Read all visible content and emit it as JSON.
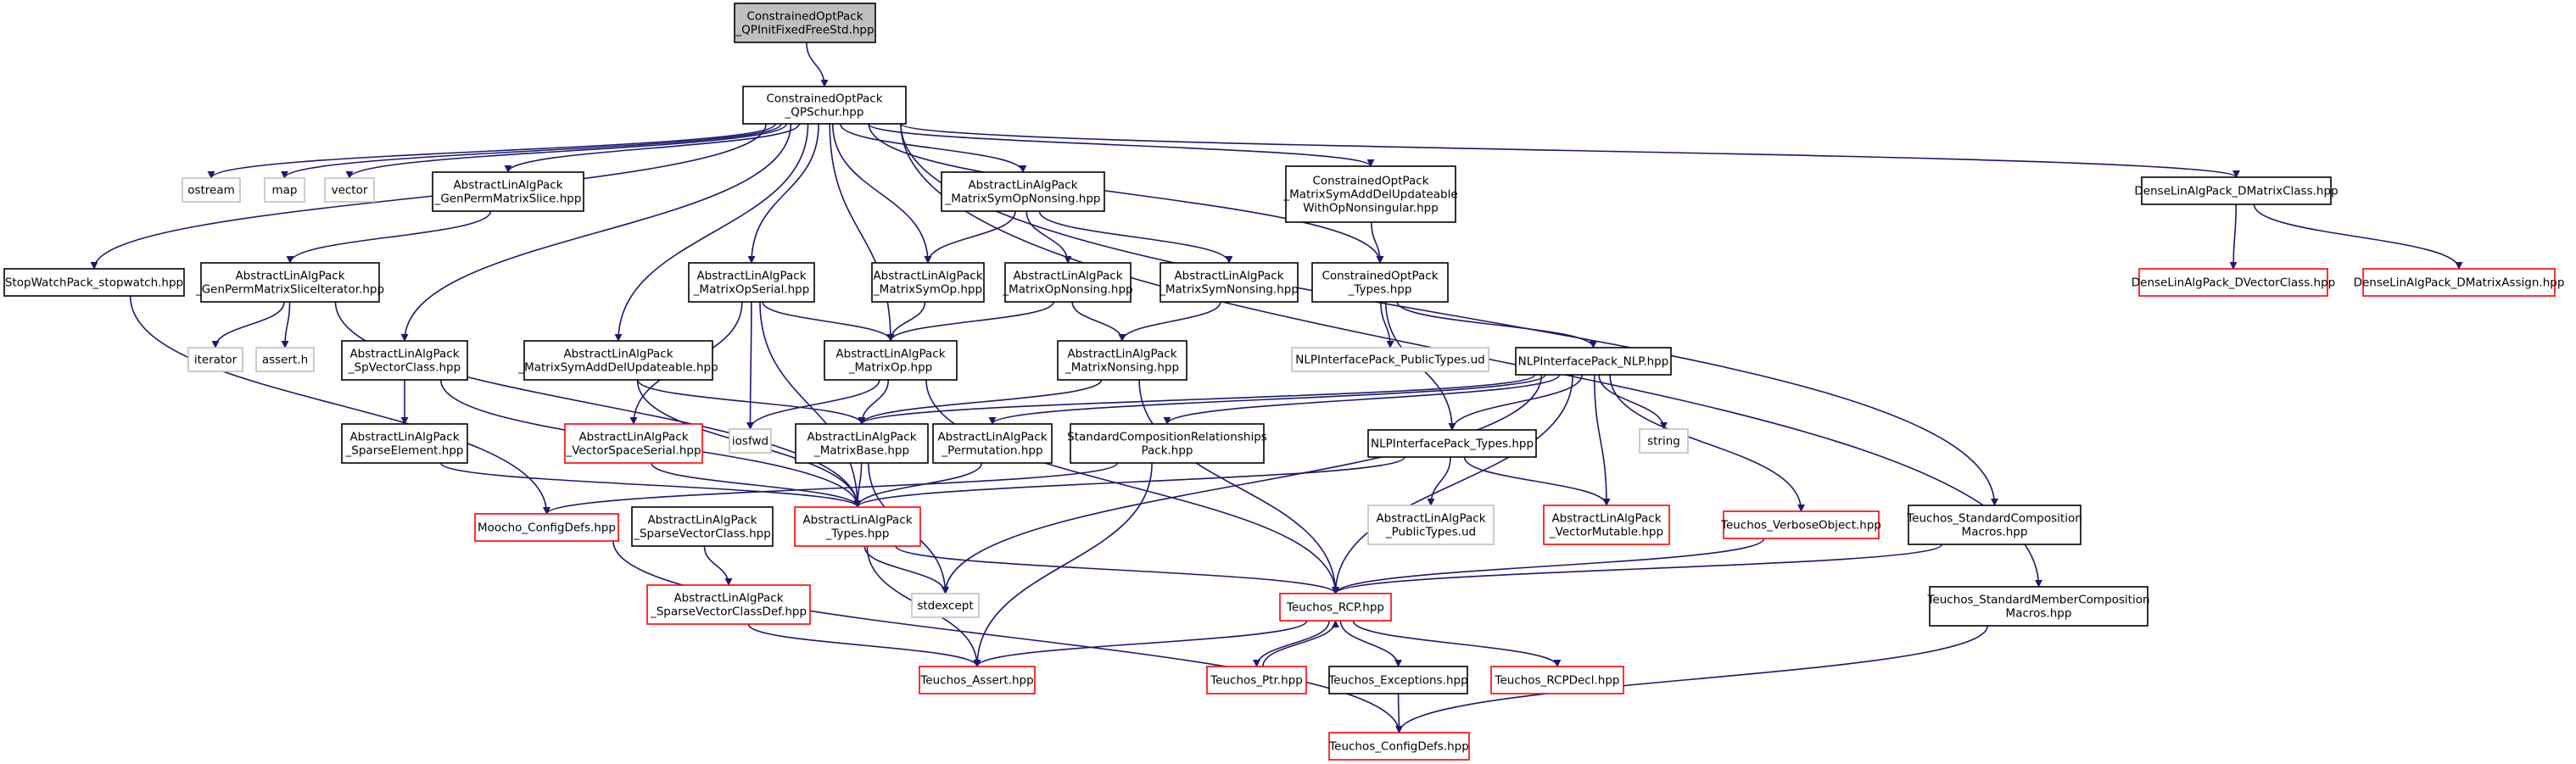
{
  "colors": {
    "background": "#ffffff",
    "edge": "#191970",
    "root_fill": "#bfbfbf",
    "border_normal": "#000000",
    "border_undocumented": "#ff0000",
    "border_external": "#bfbfbf",
    "text": "#000000"
  },
  "nodes": [
    {
      "id": "root",
      "lines": [
        "ConstrainedOptPack",
        "_QPInitFixedFreeStd.hpp"
      ],
      "kind": "root"
    },
    {
      "id": "qpschur",
      "lines": [
        "ConstrainedOptPack",
        "_QPSchur.hpp"
      ],
      "kind": "normal"
    },
    {
      "id": "ostream",
      "lines": [
        "ostream"
      ],
      "kind": "external"
    },
    {
      "id": "map",
      "lines": [
        "map"
      ],
      "kind": "external"
    },
    {
      "id": "vector",
      "lines": [
        "vector"
      ],
      "kind": "external"
    },
    {
      "id": "genperm",
      "lines": [
        "AbstractLinAlgPack",
        "_GenPermMatrixSlice.hpp"
      ],
      "kind": "normal"
    },
    {
      "id": "msymopnons",
      "lines": [
        "AbstractLinAlgPack",
        "_MatrixSymOpNonsing.hpp"
      ],
      "kind": "normal"
    },
    {
      "id": "msymadddelwith",
      "lines": [
        "ConstrainedOptPack",
        "_MatrixSymAddDelUpdateable",
        "WithOpNonsingular.hpp"
      ],
      "kind": "normal"
    },
    {
      "id": "dmatrixclass",
      "lines": [
        "DenseLinAlgPack_DMatrixClass.hpp"
      ],
      "kind": "normal"
    },
    {
      "id": "stopwatch",
      "lines": [
        "StopWatchPack_stopwatch.hpp"
      ],
      "kind": "normal"
    },
    {
      "id": "genpermiter",
      "lines": [
        "AbstractLinAlgPack",
        "_GenPermMatrixSliceIterator.hpp"
      ],
      "kind": "normal"
    },
    {
      "id": "mopserial",
      "lines": [
        "AbstractLinAlgPack",
        "_MatrixOpSerial.hpp"
      ],
      "kind": "normal"
    },
    {
      "id": "msymop",
      "lines": [
        "AbstractLinAlgPack",
        "_MatrixSymOp.hpp"
      ],
      "kind": "normal"
    },
    {
      "id": "mopnons",
      "lines": [
        "AbstractLinAlgPack",
        "_MatrixOpNonsing.hpp"
      ],
      "kind": "normal"
    },
    {
      "id": "msymnons",
      "lines": [
        "AbstractLinAlgPack",
        "_MatrixSymNonsing.hpp"
      ],
      "kind": "normal"
    },
    {
      "id": "cop_types",
      "lines": [
        "ConstrainedOptPack",
        "_Types.hpp"
      ],
      "kind": "normal"
    },
    {
      "id": "dvectorclass",
      "lines": [
        "DenseLinAlgPack_DVectorClass.hpp"
      ],
      "kind": "undocumented"
    },
    {
      "id": "dmatrixassign",
      "lines": [
        "DenseLinAlgPack_DMatrixAssign.hpp"
      ],
      "kind": "undocumented"
    },
    {
      "id": "iterator",
      "lines": [
        "iterator"
      ],
      "kind": "external"
    },
    {
      "id": "asserth",
      "lines": [
        "assert.h"
      ],
      "kind": "external"
    },
    {
      "id": "spvectorclass",
      "lines": [
        "AbstractLinAlgPack",
        "_SpVectorClass.hpp"
      ],
      "kind": "normal"
    },
    {
      "id": "msymadddel",
      "lines": [
        "AbstractLinAlgPack",
        "_MatrixSymAddDelUpdateable.hpp"
      ],
      "kind": "normal"
    },
    {
      "id": "mop",
      "lines": [
        "AbstractLinAlgPack",
        "_MatrixOp.hpp"
      ],
      "kind": "normal"
    },
    {
      "id": "mnons",
      "lines": [
        "AbstractLinAlgPack",
        "_MatrixNonsing.hpp"
      ],
      "kind": "normal"
    },
    {
      "id": "nlp_publictypes",
      "lines": [
        "NLPInterfacePack_PublicTypes.ud"
      ],
      "kind": "external"
    },
    {
      "id": "nlp_nlp",
      "lines": [
        "NLPInterfacePack_NLP.hpp"
      ],
      "kind": "normal"
    },
    {
      "id": "sparseelement",
      "lines": [
        "AbstractLinAlgPack",
        "_SparseElement.hpp"
      ],
      "kind": "normal"
    },
    {
      "id": "vsserial",
      "lines": [
        "AbstractLinAlgPack",
        "_VectorSpaceSerial.hpp"
      ],
      "kind": "undocumented"
    },
    {
      "id": "iosfwd",
      "lines": [
        "iosfwd"
      ],
      "kind": "external"
    },
    {
      "id": "mbase",
      "lines": [
        "AbstractLinAlgPack",
        "_MatrixBase.hpp"
      ],
      "kind": "normal"
    },
    {
      "id": "permutation",
      "lines": [
        "AbstractLinAlgPack",
        "_Permutation.hpp"
      ],
      "kind": "normal"
    },
    {
      "id": "stdcomprel",
      "lines": [
        "StandardCompositionRelationships",
        "Pack.hpp"
      ],
      "kind": "normal"
    },
    {
      "id": "nlp_types",
      "lines": [
        "NLPInterfacePack_Types.hpp"
      ],
      "kind": "normal"
    },
    {
      "id": "string",
      "lines": [
        "string"
      ],
      "kind": "external"
    },
    {
      "id": "moocho_config",
      "lines": [
        "Moocho_ConfigDefs.hpp"
      ],
      "kind": "undocumented"
    },
    {
      "id": "spvectorclass2",
      "lines": [
        "AbstractLinAlgPack",
        "_SparseVectorClass.hpp"
      ],
      "kind": "normal"
    },
    {
      "id": "ala_types",
      "lines": [
        "AbstractLinAlgPack",
        "_Types.hpp"
      ],
      "kind": "undocumented"
    },
    {
      "id": "ala_publictypes",
      "lines": [
        "AbstractLinAlgPack",
        "_PublicTypes.ud"
      ],
      "kind": "external"
    },
    {
      "id": "vmutable",
      "lines": [
        "AbstractLinAlgPack",
        "_VectorMutable.hpp"
      ],
      "kind": "undocumented"
    },
    {
      "id": "verbose",
      "lines": [
        "Teuchos_VerboseObject.hpp"
      ],
      "kind": "undocumented"
    },
    {
      "id": "stdcompmacros",
      "lines": [
        "Teuchos_StandardComposition",
        "Macros.hpp"
      ],
      "kind": "normal"
    },
    {
      "id": "spvectorclassdef",
      "lines": [
        "AbstractLinAlgPack",
        "_SparseVectorClassDef.hpp"
      ],
      "kind": "undocumented"
    },
    {
      "id": "stdexcept",
      "lines": [
        "stdexcept"
      ],
      "kind": "external"
    },
    {
      "id": "rcp",
      "lines": [
        "Teuchos_RCP.hpp"
      ],
      "kind": "undocumented"
    },
    {
      "id": "stdmembermacros",
      "lines": [
        "Teuchos_StandardMemberComposition",
        "Macros.hpp"
      ],
      "kind": "normal"
    },
    {
      "id": "tassert",
      "lines": [
        "Teuchos_Assert.hpp"
      ],
      "kind": "undocumented"
    },
    {
      "id": "ptr",
      "lines": [
        "Teuchos_Ptr.hpp"
      ],
      "kind": "undocumented"
    },
    {
      "id": "texceptions",
      "lines": [
        "Teuchos_Exceptions.hpp"
      ],
      "kind": "normal"
    },
    {
      "id": "rcpdecl",
      "lines": [
        "Teuchos_RCPDecl.hpp"
      ],
      "kind": "undocumented"
    },
    {
      "id": "tconfig",
      "lines": [
        "Teuchos_ConfigDefs.hpp"
      ],
      "kind": "undocumented"
    }
  ],
  "edges": [
    [
      "root",
      "qpschur"
    ],
    [
      "qpschur",
      "ostream"
    ],
    [
      "qpschur",
      "map"
    ],
    [
      "qpschur",
      "vector"
    ],
    [
      "qpschur",
      "genperm"
    ],
    [
      "qpschur",
      "msymopnons"
    ],
    [
      "qpschur",
      "msymadddelwith"
    ],
    [
      "qpschur",
      "dmatrixclass"
    ],
    [
      "qpschur",
      "stopwatch"
    ],
    [
      "qpschur",
      "mopserial"
    ],
    [
      "qpschur",
      "msymop"
    ],
    [
      "qpschur",
      "cop_types"
    ],
    [
      "qpschur",
      "spvectorclass"
    ],
    [
      "qpschur",
      "msymadddel"
    ],
    [
      "qpschur",
      "mop"
    ],
    [
      "qpschur",
      "stdcompmacros"
    ],
    [
      "qpschur",
      "stdmembermacros"
    ],
    [
      "genperm",
      "genpermiter"
    ],
    [
      "genpermiter",
      "iterator"
    ],
    [
      "genpermiter",
      "asserth"
    ],
    [
      "genpermiter",
      "ala_types"
    ],
    [
      "msymopnons",
      "msymop"
    ],
    [
      "msymopnons",
      "mopnons"
    ],
    [
      "msymopnons",
      "msymnons"
    ],
    [
      "msymadddelwith",
      "cop_types"
    ],
    [
      "dmatrixclass",
      "dvectorclass"
    ],
    [
      "dmatrixclass",
      "dmatrixassign"
    ],
    [
      "stopwatch",
      "moocho_config"
    ],
    [
      "mopserial",
      "mop"
    ],
    [
      "mopserial",
      "vsserial"
    ],
    [
      "mopserial",
      "iosfwd"
    ],
    [
      "mopserial",
      "ala_types"
    ],
    [
      "msymop",
      "mop"
    ],
    [
      "mopnons",
      "mop"
    ],
    [
      "mopnons",
      "mnons"
    ],
    [
      "msymnons",
      "mnons"
    ],
    [
      "cop_types",
      "nlp_publictypes"
    ],
    [
      "cop_types",
      "nlp_nlp"
    ],
    [
      "cop_types",
      "nlp_types"
    ],
    [
      "spvectorclass",
      "sparseelement"
    ],
    [
      "spvectorclass",
      "ala_types"
    ],
    [
      "msymadddel",
      "mbase"
    ],
    [
      "msymadddel",
      "ala_types"
    ],
    [
      "mop",
      "iosfwd"
    ],
    [
      "mop",
      "mbase"
    ],
    [
      "mop",
      "rcp"
    ],
    [
      "mnons",
      "mbase"
    ],
    [
      "mnons",
      "rcp"
    ],
    [
      "nlp_nlp",
      "string"
    ],
    [
      "nlp_nlp",
      "permutation"
    ],
    [
      "nlp_nlp",
      "stdcomprel"
    ],
    [
      "nlp_nlp",
      "nlp_types"
    ],
    [
      "nlp_nlp",
      "vmutable"
    ],
    [
      "nlp_nlp",
      "verbose"
    ],
    [
      "nlp_nlp",
      "rcp"
    ],
    [
      "nlp_nlp",
      "stdexcept"
    ],
    [
      "nlp_nlp",
      "mbase"
    ],
    [
      "sparseelement",
      "ala_types"
    ],
    [
      "vsserial",
      "ala_types"
    ],
    [
      "mbase",
      "ala_types"
    ],
    [
      "mbase",
      "stdexcept"
    ],
    [
      "permutation",
      "ala_types"
    ],
    [
      "stdcomprel",
      "tassert"
    ],
    [
      "stdcomprel",
      "moocho_config"
    ],
    [
      "nlp_types",
      "ala_publictypes"
    ],
    [
      "nlp_types",
      "vmutable"
    ],
    [
      "nlp_types",
      "ala_types"
    ],
    [
      "moocho_config",
      "tconfig"
    ],
    [
      "spvectorclass2",
      "spvectorclassdef"
    ],
    [
      "ala_types",
      "stdexcept"
    ],
    [
      "ala_types",
      "tassert"
    ],
    [
      "ala_types",
      "rcp"
    ],
    [
      "verbose",
      "rcp"
    ],
    [
      "stdcompmacros",
      "rcp"
    ],
    [
      "spvectorclassdef",
      "tassert"
    ],
    [
      "rcp",
      "tassert"
    ],
    [
      "rcp",
      "ptr"
    ],
    [
      "rcp",
      "texceptions"
    ],
    [
      "rcp",
      "rcpdecl"
    ],
    [
      "ptr",
      "rcp"
    ],
    [
      "stdmembermacros",
      "tconfig"
    ],
    [
      "texceptions",
      "tconfig"
    ]
  ]
}
